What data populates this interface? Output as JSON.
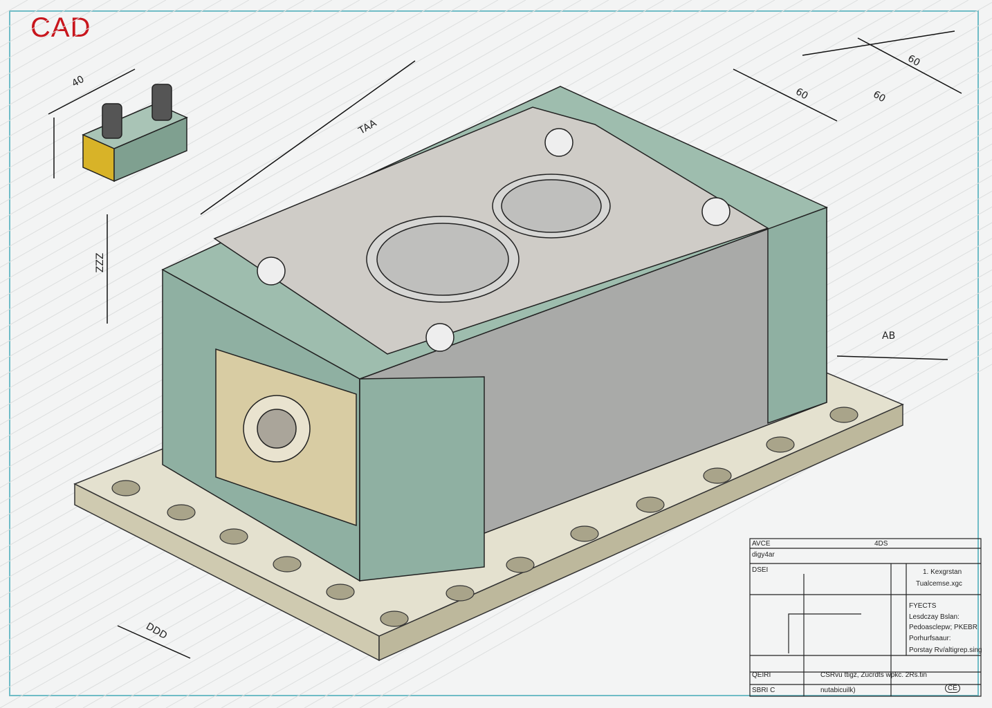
{
  "title": "CAD",
  "dimensions": {
    "small_part_width": "40",
    "top_length": "TAA",
    "height": "ZZZ",
    "right_1": "60",
    "right_2": "60",
    "right_3": "60",
    "base_depth": "DDD",
    "side_detail": "AB"
  },
  "title_block": {
    "r1_left": "AVCE",
    "r1_mid": "4DS",
    "r2_left": "digy4ar",
    "r3_left": "DSEI",
    "right_1": "1. Kexgrstan",
    "right_2": "Tualcemse.xgc",
    "right_3": "FYECTS",
    "right_4": "Lesdczay Bslan:",
    "right_5": "Pedoasclepw; PKEBR",
    "right_6": "Porhurfsaaur:",
    "right_7": "Porstay Rv/altigrep.sing",
    "bottom_1_left": "QEIRI",
    "bottom_2_left": "SBRI C",
    "bottom_1_mid": "CSRvu ttigz, Zucrdts wpkc. 2Rs.tin",
    "bottom_2_mid": "nutabicuilk)",
    "stamp": "CE"
  },
  "colors": {
    "accent": "#c8161d",
    "frame": "#6fbcc6",
    "green": "#8fb0a2",
    "plate": "#c9c8c3",
    "base": "#d9d6c4"
  }
}
